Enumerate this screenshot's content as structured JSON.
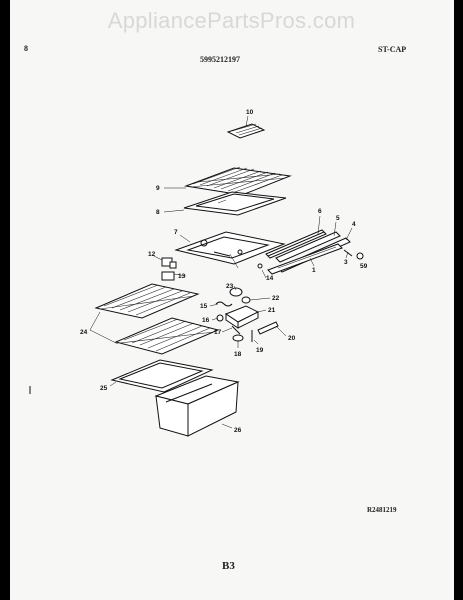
{
  "header": {
    "watermark": "AppliancePartsPros.com",
    "page_marker": "8",
    "part_number": "5995212197",
    "section_code": "ST-CAP"
  },
  "footer": {
    "ref_code": "R2481219",
    "page": "B3"
  },
  "callouts": [
    "10",
    "9",
    "8",
    "7",
    "12",
    "13",
    "14",
    "6",
    "5",
    "4",
    "3",
    "59",
    "1",
    "23",
    "22",
    "15",
    "21",
    "16",
    "17",
    "20",
    "18",
    "19",
    "24",
    "25",
    "26"
  ]
}
